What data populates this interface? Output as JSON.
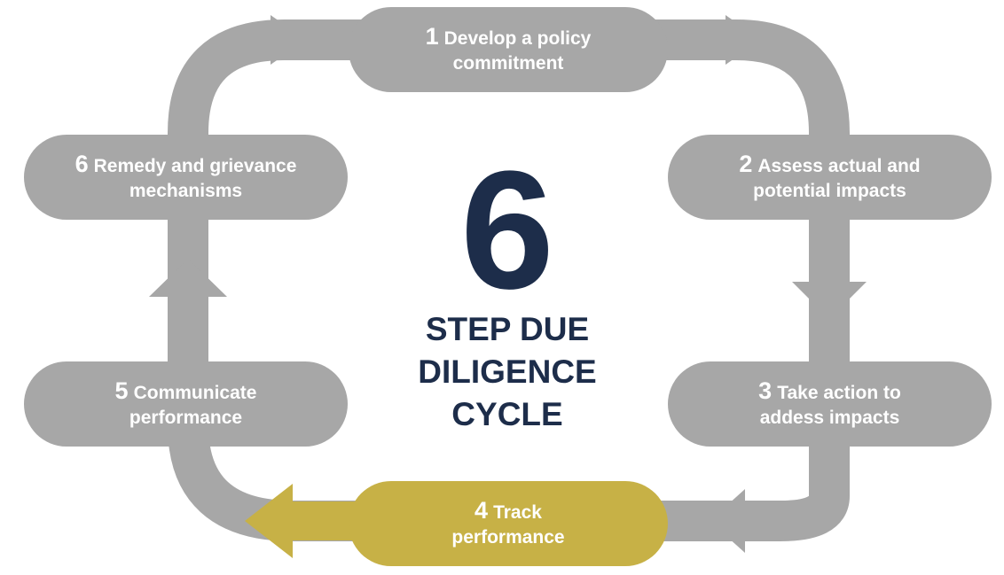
{
  "steps": [
    {
      "number": "1",
      "line1": "Develop a policy",
      "line2": "commitment",
      "highlighted": false
    },
    {
      "number": "2",
      "line1": "Assess actual and",
      "line2": "potential impacts",
      "highlighted": false
    },
    {
      "number": "3",
      "line1": "Take action to",
      "line2": "addess impacts",
      "highlighted": false
    },
    {
      "number": "4",
      "line1": "Track",
      "line2": "performance",
      "highlighted": true
    },
    {
      "number": "5",
      "line1": "Communicate",
      "line2": "performance",
      "highlighted": false
    },
    {
      "number": "6",
      "line1": "Remedy and grievance",
      "line2": "mechanisms",
      "highlighted": false
    }
  ],
  "center": {
    "number": "6",
    "title_lines": [
      "STEP DUE",
      "DILIGENCE",
      "CYCLE"
    ]
  },
  "colors": {
    "gray": "#a7a7a7",
    "gold": "#c7b146",
    "navy": "#1d2d4a",
    "white": "#ffffff"
  }
}
